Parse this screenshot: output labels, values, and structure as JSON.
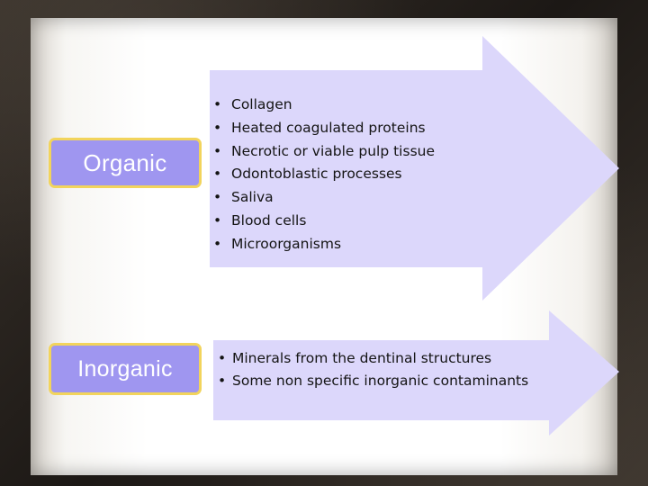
{
  "colors": {
    "arrow_fill": "#dcd7fb",
    "label_fill": "#9f96f0",
    "label_border": "#f2d45c",
    "label_text": "#ffffff",
    "frame": "#2a2420"
  },
  "bullet_char": "•",
  "categories": [
    {
      "label": "Organic",
      "items": [
        "Collagen",
        "Heated coagulated proteins",
        "Necrotic or viable pulp tissue",
        "Odontoblastic processes",
        "Saliva",
        "Blood cells",
        "Microorganisms"
      ]
    },
    {
      "label": "Inorganic",
      "items": [
        "Minerals from the dentinal structures",
        "Some non specific inorganic contaminants"
      ]
    }
  ]
}
